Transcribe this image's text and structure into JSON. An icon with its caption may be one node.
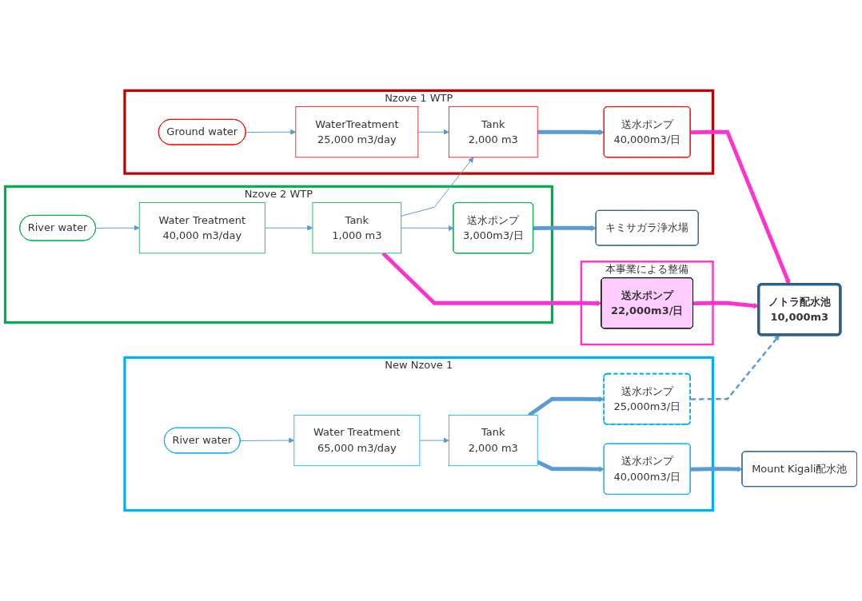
{
  "diagram": {
    "nodes": [
      {
        "text": [
          "Nzove 1 WTP"
        ]
      },
      {
        "text": [
          "Ground water"
        ],
        "in": 0
      },
      {
        "text": [
          "WaterTreatment",
          "25,000 m3/day"
        ],
        "in": 0
      },
      {
        "text": [
          "Tank",
          "2,000 m3"
        ],
        "in": 0
      },
      {
        "text": [
          "送水ポンプ",
          "40,000m3/日"
        ],
        "in": 0
      },
      {
        "text": [
          "ノトラ配水池",
          "10,000m3"
        ]
      },
      {
        "text": [
          "本事業による整備"
        ]
      },
      {
        "text": [
          "送水ポンプ",
          "22,000m3/日"
        ],
        "in": 6
      },
      {
        "text": [
          "Nzove 2 WTP"
        ]
      },
      {
        "text": [
          "River water"
        ],
        "in": 8
      },
      {
        "text": [
          "Water Treatment",
          "40,000 m3/day"
        ],
        "in": 8
      },
      {
        "text": [
          "Tank",
          "1,000 m3"
        ],
        "in": 8
      },
      {
        "text": [
          "送水ポンプ",
          "3,000m3/日"
        ],
        "in": 8
      },
      {
        "text": [
          "キミサガラ浄水場"
        ]
      },
      {
        "text": [
          "New Nzove 1"
        ]
      },
      {
        "text": [
          "River water"
        ],
        "in": 14
      },
      {
        "text": [
          "Water Treatment",
          "65,000 m3/day"
        ],
        "in": 14
      },
      {
        "text": [
          "Tank",
          "2,000 m3"
        ],
        "in": 14
      },
      {
        "text": [
          "送水ポンプ",
          "25,000m3/日"
        ],
        "in": 14
      },
      {
        "text": [
          "送水ポンプ",
          "40,000m3/日"
        ],
        "in": 14
      },
      {
        "text": [
          "Mount Kigali配水池"
        ]
      }
    ],
    "edges": [
      {
        "from": 1,
        "to": 2,
        "arrow": "to"
      },
      {
        "from": 2,
        "to": 3,
        "arrow": "to"
      },
      {
        "from": 3,
        "to": 4,
        "arrow": "to",
        "style": "thick"
      },
      {
        "from": 4,
        "to": 5,
        "arrow": "to",
        "style": "thick",
        "color": "#ff33cc"
      },
      {
        "from": 7,
        "to": 5,
        "arrow": "to",
        "style": "thick",
        "color": "#ff33cc"
      },
      {
        "from": 11,
        "to": 3,
        "arrow": "to"
      },
      {
        "from": 11,
        "to": 7,
        "arrow": "to",
        "style": "thick",
        "color": "#ff33cc"
      },
      {
        "from": 9,
        "to": 10,
        "arrow": "to"
      },
      {
        "from": 10,
        "to": 11,
        "arrow": "to"
      },
      {
        "from": 11,
        "to": 12,
        "arrow": "to"
      },
      {
        "from": 12,
        "to": 13,
        "arrow": "to",
        "style": "thick"
      },
      {
        "from": 15,
        "to": 16,
        "arrow": "to"
      },
      {
        "from": 16,
        "to": 17,
        "arrow": "to"
      },
      {
        "from": 17,
        "to": 18,
        "arrow": "to",
        "style": "thick"
      },
      {
        "from": 17,
        "to": 19,
        "arrow": "to",
        "style": "thick"
      },
      {
        "from": 18,
        "to": 5,
        "arrow": "to",
        "style": "dashed"
      },
      {
        "from": 19,
        "to": 20,
        "arrow": "to",
        "style": "thick"
      }
    ]
  }
}
